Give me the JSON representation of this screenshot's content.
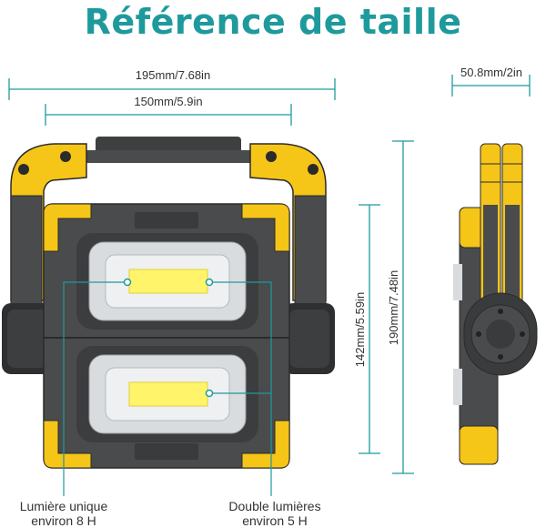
{
  "title": "Référence de taille",
  "dimensions": {
    "overall_width": "195mm/7.68in",
    "panel_width": "150mm/5.9in",
    "depth": "50.8mm/2in",
    "panel_height": "142mm/5.59in",
    "overall_height": "190mm/7.48in"
  },
  "callouts": {
    "single_light": [
      "Lumière unique",
      "environ 8 H"
    ],
    "double_light": [
      "Double lumières",
      "environ 5 H"
    ]
  },
  "colors": {
    "accent": "#1f9a9c",
    "housing": "#4a4b4d",
    "yellow": "#f5c518",
    "led": "#fff46a"
  }
}
